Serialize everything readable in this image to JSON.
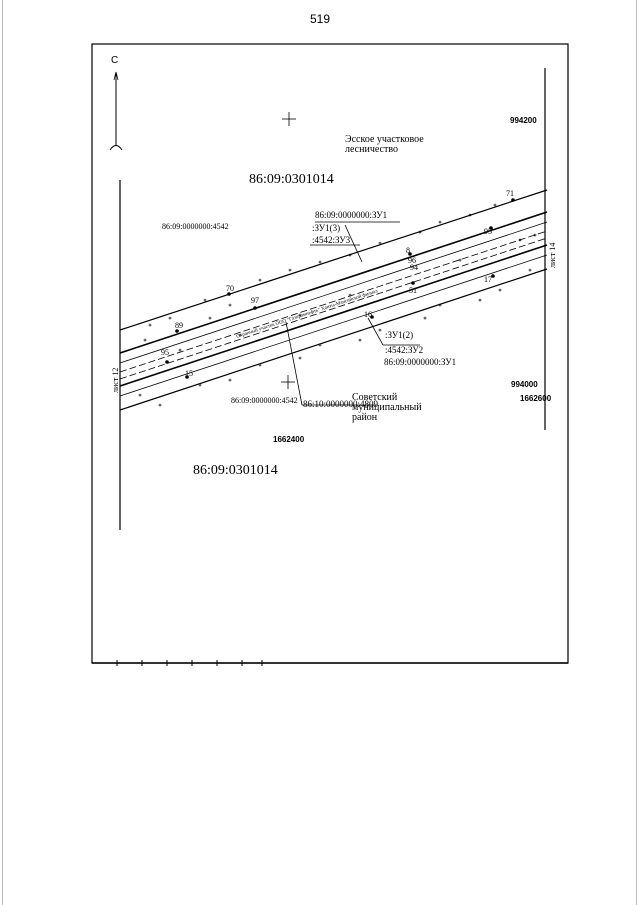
{
  "page_number": "519",
  "north_arrow": {
    "label": "С"
  },
  "quarters": [
    {
      "id": "top",
      "text": "86:09:0301014"
    },
    {
      "id": "bottom",
      "text": "86:09:0301014"
    }
  ],
  "parcels": {
    "left_top": "86:09:0000000:4542",
    "bottom_left": "86:09:0000000:4542",
    "main_top": "86:09:0000000:ЗУ1",
    "sub_top_1": ":ЗУ1(3)",
    "sub_top_2": ":4542:ЗУ3",
    "sub_right_1": ":ЗУ1(2)",
    "sub_right_2": ":4542:ЗУ2",
    "main_right": "86:09:0000000:ЗУ1",
    "center_callout": "86:10:0000000:4809"
  },
  "areas": {
    "forestry": "Эсское участковое лесничество",
    "district": "Советский муниципальный район"
  },
  "coordinates": {
    "y_top": "994200",
    "y_bottom": "994000",
    "x_right": "1662600",
    "x_bottom": "1662400"
  },
  "sheets": {
    "left": "лист 12",
    "right": "лист 14"
  },
  "points": [
    "71",
    "95",
    "8",
    "96",
    "70",
    "97",
    "89",
    "95",
    "15",
    "51",
    "17",
    "94",
    "16"
  ],
  "road_label": "Охранный участок ООО \"Газпромнефть\" Ханты-Мансийской филиал"
}
